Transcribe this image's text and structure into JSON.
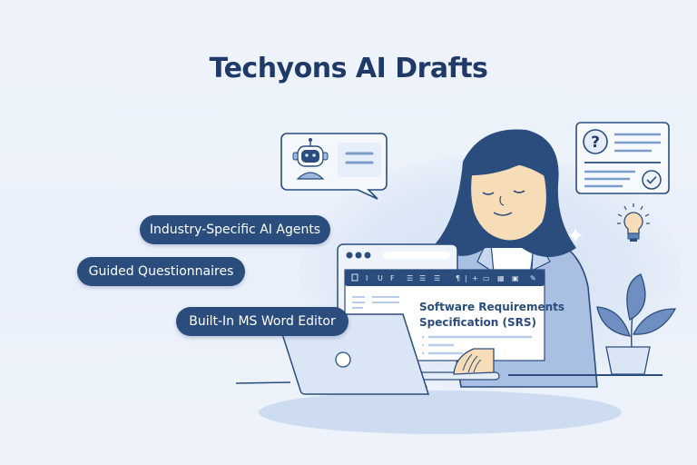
{
  "title": "Techyons AI Drafts",
  "features": [
    {
      "label": "Industry-Specific AI Agents"
    },
    {
      "label": "Guided Questionnaires"
    },
    {
      "label": "Built-In MS Word Editor"
    }
  ],
  "document": {
    "title_line1": "Software Requirements",
    "title_line2": "Specification (SRS)"
  },
  "colors": {
    "primary": "#2a4d7e",
    "title": "#1f3a68",
    "background": "#eef3fb",
    "accent_light": "#b9cde8"
  },
  "icons": [
    "robot-chat-icon",
    "questionnaire-card-icon",
    "question-mark-icon",
    "check-circle-icon",
    "lightbulb-icon",
    "plant-icon",
    "laptop-icon",
    "editor-window-icon"
  ]
}
